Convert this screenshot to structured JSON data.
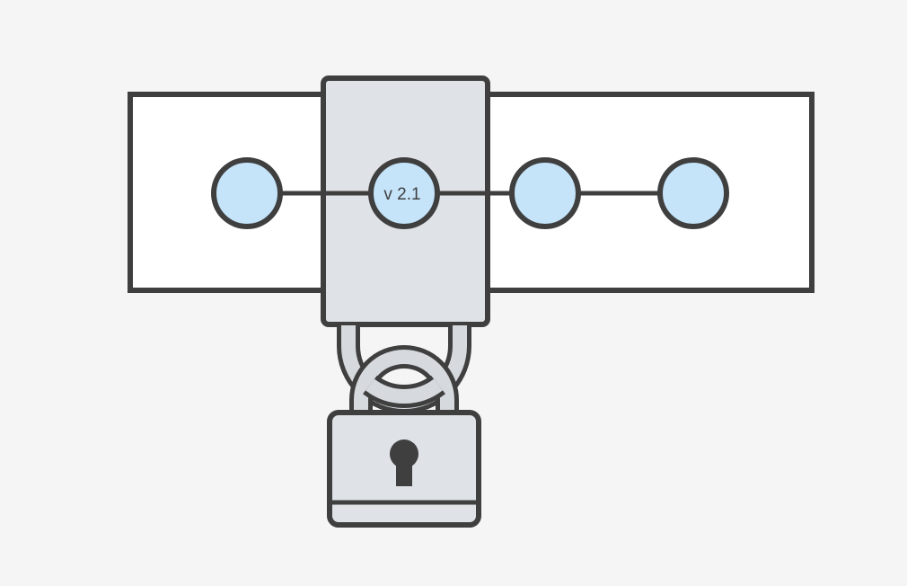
{
  "diagram": {
    "version_label": "v 2.1",
    "node_count": 4,
    "locked": true,
    "icons": [
      "version-timeline",
      "padlock-icon",
      "chain-link-icon",
      "keyhole-icon"
    ]
  },
  "colors": {
    "background": "#f5f5f5",
    "stroke": "#3f3f3f",
    "panel_fill": "#ffffff",
    "lock_body_fill": "#dfe2e6",
    "shackle_fill": "#d6d9dd",
    "node_fill": "#c5e4fa"
  }
}
